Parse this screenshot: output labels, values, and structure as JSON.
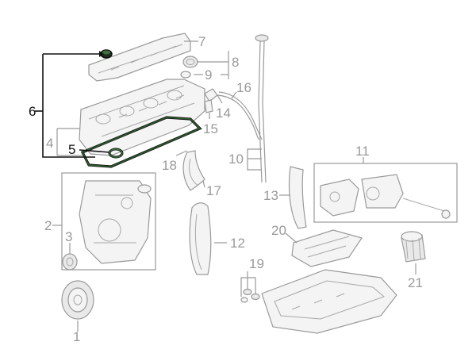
{
  "diagram": {
    "callouts": {
      "c1": "1",
      "c2": "2",
      "c3": "3",
      "c4": "4",
      "c5": "5",
      "c6": "6",
      "c7": "7",
      "c8": "8",
      "c9": "9",
      "c10": "10",
      "c11": "11",
      "c12": "12",
      "c13": "13",
      "c14": "14",
      "c15": "15",
      "c16": "16",
      "c17": "17",
      "c18": "18",
      "c19": "19",
      "c20": "20",
      "c21": "21"
    },
    "highlighted_callouts": [
      "5",
      "6"
    ],
    "colors": {
      "highlight": "#2f5d2f",
      "highlight_outline": "#111111",
      "part_line": "#9a9a9a",
      "callout_text": "#9a9a9a",
      "background": "#ffffff"
    }
  }
}
